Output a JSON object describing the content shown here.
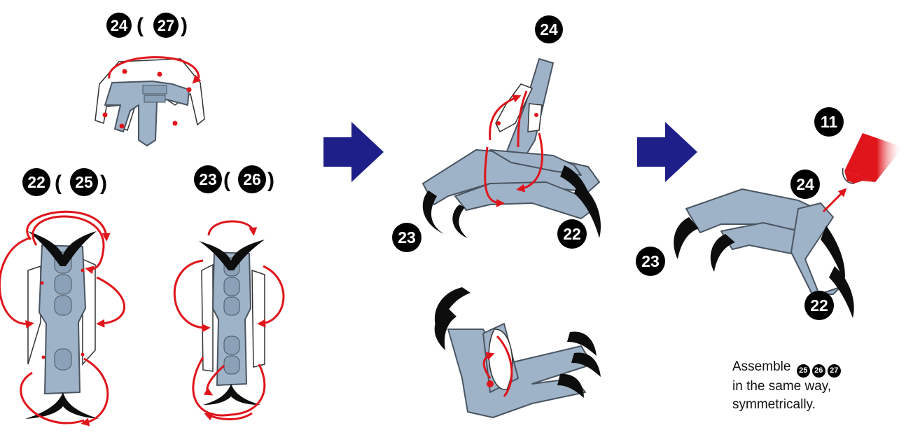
{
  "colors": {
    "part": "#9fb3c8",
    "arrow_blue": "#1f1f8a",
    "glue_red": "#e0141b",
    "claw": "#0d0d0d"
  },
  "top_left_label": {
    "main": "24",
    "alt": "27"
  },
  "mid_left_label": {
    "main": "22",
    "alt": "25"
  },
  "mid_center_label": {
    "main": "23",
    "alt": "26"
  },
  "step2_labels": {
    "top": "24",
    "left": "23",
    "right": "22"
  },
  "step3_labels": {
    "tool": "11",
    "part_top": "24",
    "left": "23",
    "bottom": "22"
  },
  "note": {
    "line1_prefix": "Assemble",
    "badges": [
      "25",
      "26",
      "27"
    ],
    "line2": "in the same way,",
    "line3": "symmetrically."
  },
  "icons": [
    "step-arrow-icon",
    "glue-tube-icon"
  ]
}
